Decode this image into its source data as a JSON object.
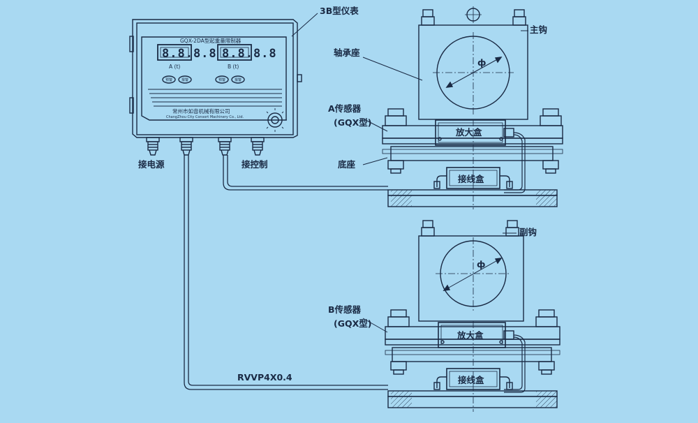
{
  "meter": {
    "title": "3B型仪表",
    "model_label": "GQX-2DA型起重量限制器",
    "display_a_value": "8.8.8.8",
    "display_a_unit": "A  (t)",
    "display_b_value": "8.8.8.8",
    "display_b_unit": "B  (t)",
    "btn_a1": "预警",
    "btn_a2": "报警",
    "btn_b1": "预警",
    "btn_b2": "报警",
    "company_cn": "常州市如音机械有限公司",
    "company_en": "ChangZhou City Consort Machinery Co., Ltd.",
    "power_label": "接电源",
    "control_label": "接控制"
  },
  "hooks": {
    "main_hook": "主钩",
    "aux_hook": "副钩",
    "bearing_seat": "轴承座",
    "sensor_a": "A传感器",
    "sensor_a_type": "(GQX型)",
    "sensor_b": "B传感器",
    "sensor_b_type": "(GQX型)",
    "base": "底座",
    "amp_box_a": "放大盒",
    "amp_box_b": "放大盒",
    "junction_box_a": "接线盒",
    "junction_box_b": "接线盒",
    "phi_a": "ф",
    "phi_b": "ф"
  },
  "cable_label": "RVVP4X0.4",
  "colors": {
    "background": "#a9d9f2",
    "line": "#1a2a44"
  }
}
